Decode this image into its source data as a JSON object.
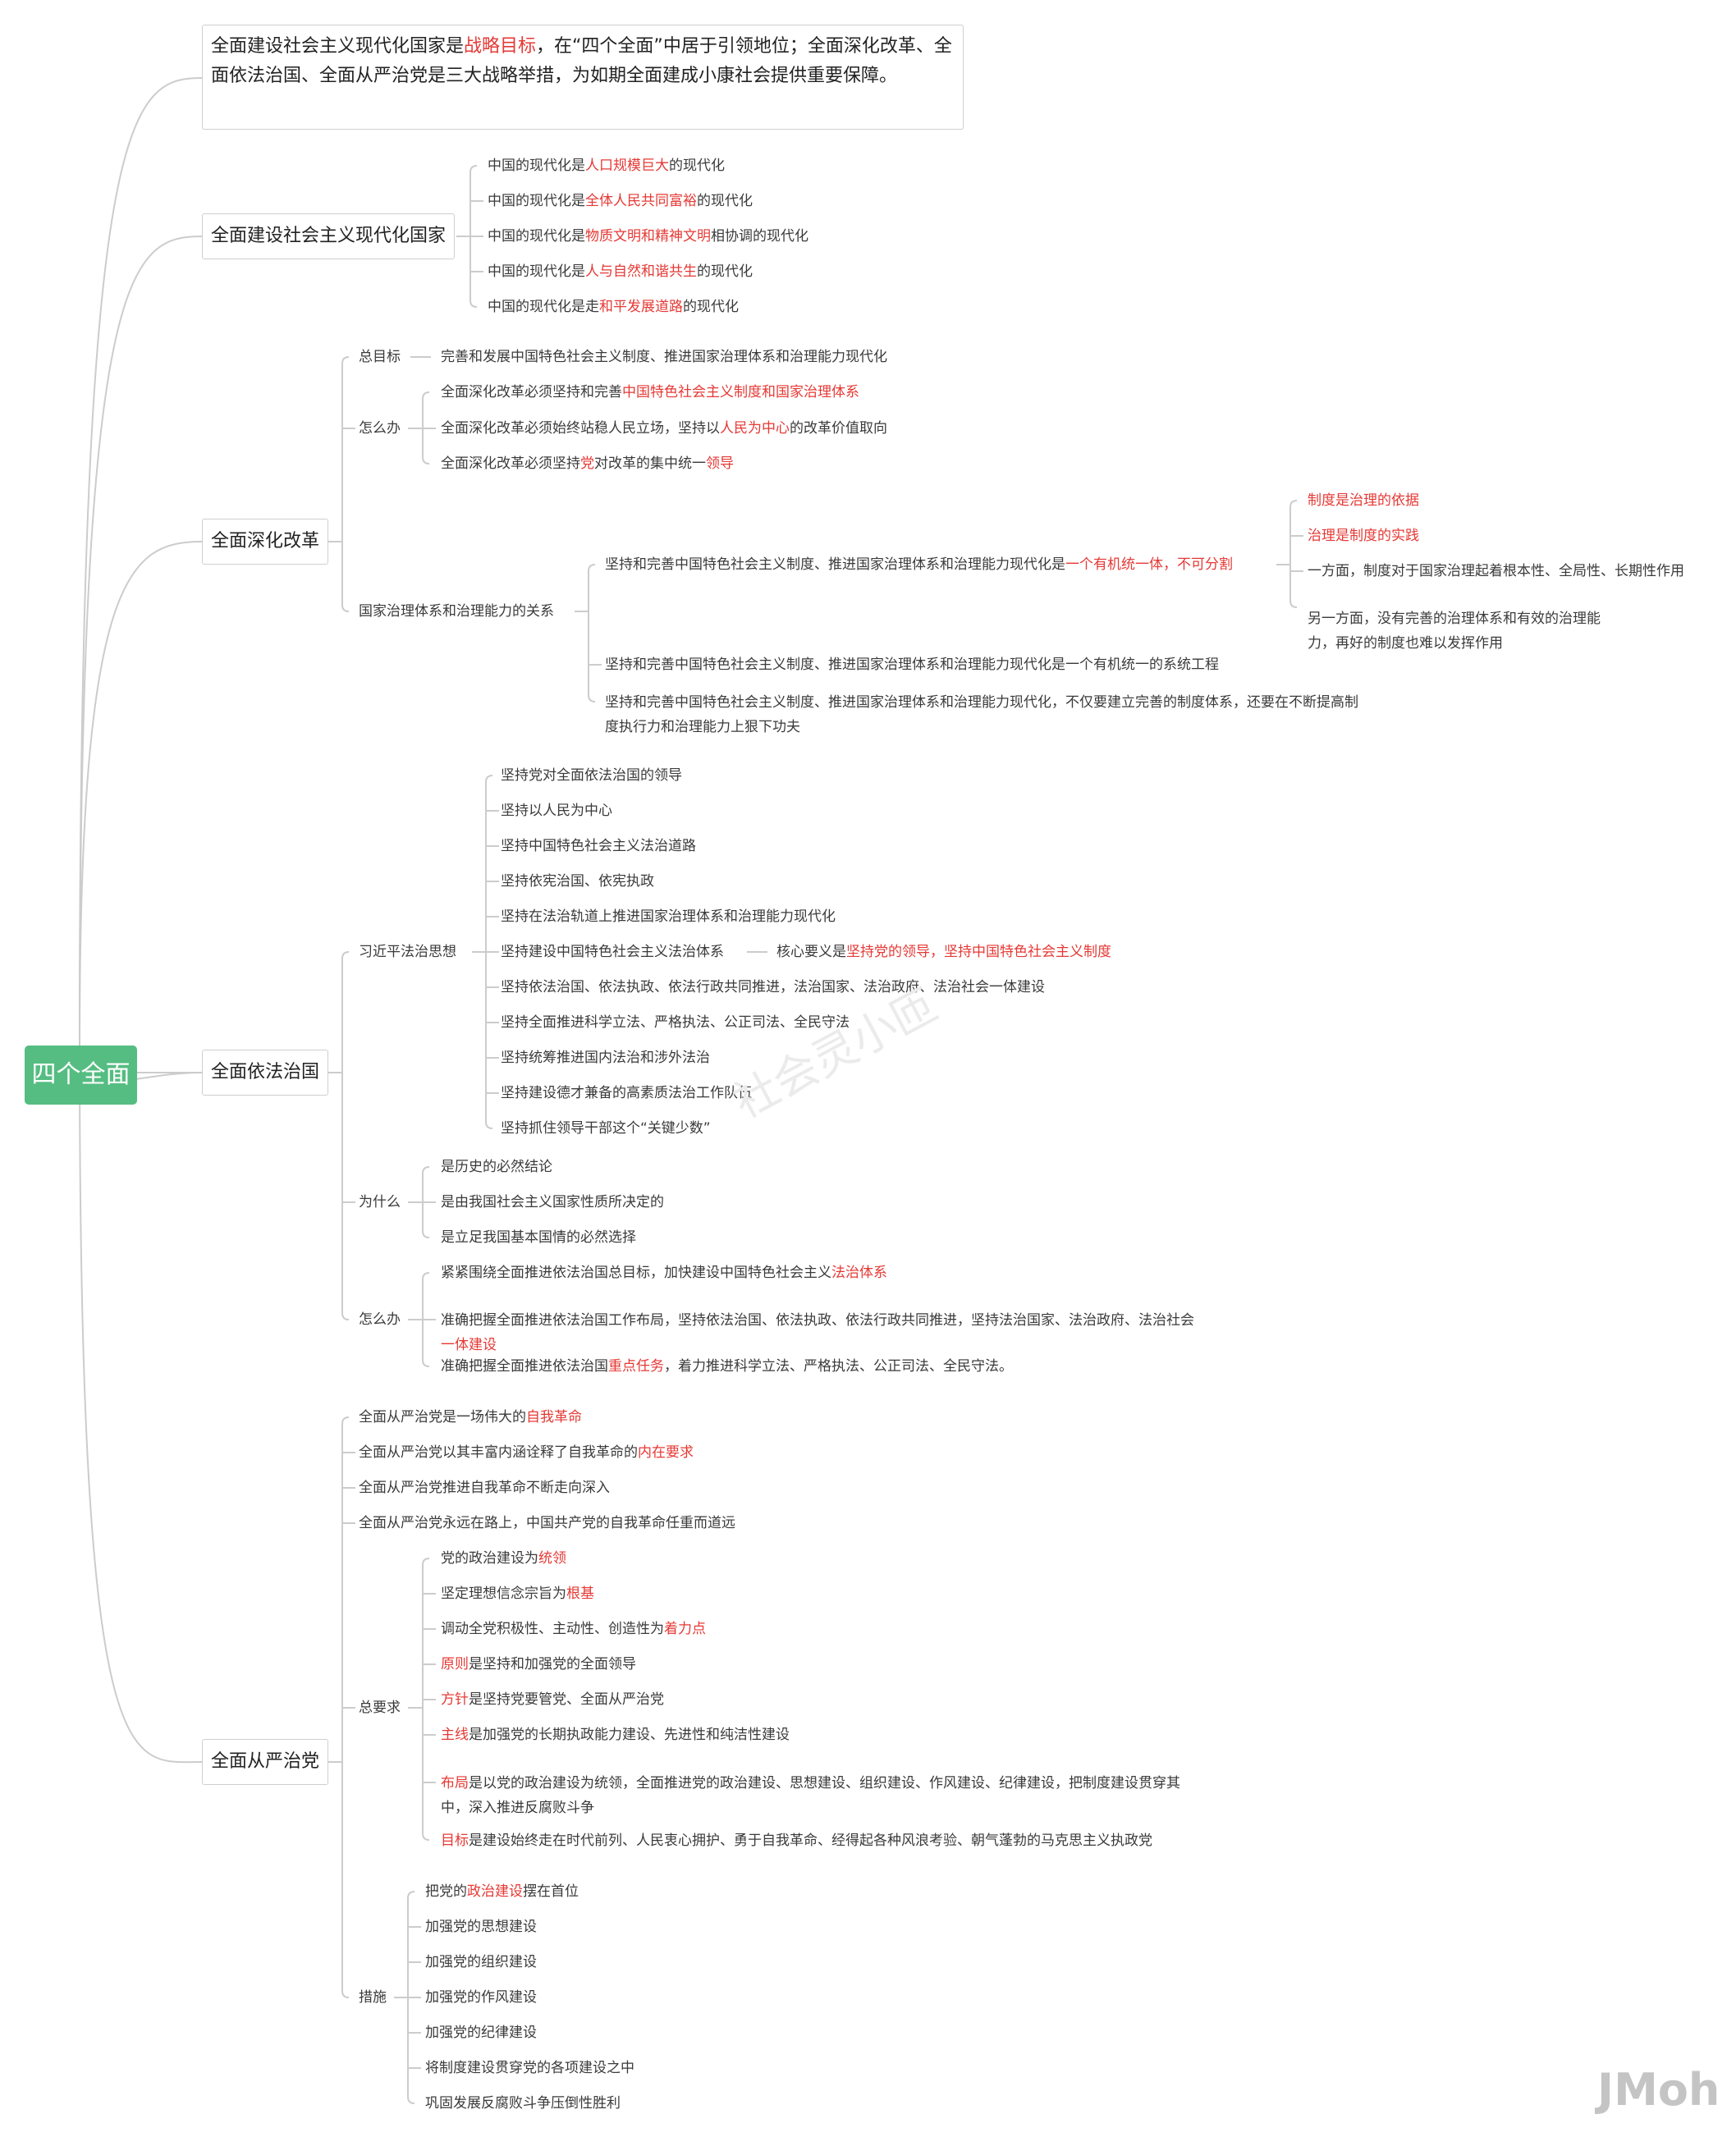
{
  "root": {
    "label": "四个全面"
  },
  "intro": {
    "parts": [
      "全面建设社会主义现代化国家是",
      "战略目标",
      "，在“四个全面”中居于引领地位；全面深化改革、全面依法治国、全面从严治党是三大战略举措，为如期全面建成小康社会提供重要保障。"
    ]
  },
  "branch1": {
    "title": "全面建设社会主义现代化国家",
    "items": [
      [
        "中国的现代化是",
        "人口规模巨大",
        "的现代化"
      ],
      [
        "中国的现代化是",
        "全体人民共同富裕",
        "的现代化"
      ],
      [
        "中国的现代化是",
        "物质文明和精神文明",
        "相协调的现代化"
      ],
      [
        "中国的现代化是",
        "人与自然和谐共生",
        "的现代化"
      ],
      [
        "中国的现代化是走",
        "和平发展道路",
        "的现代化"
      ]
    ]
  },
  "branch2": {
    "title": "全面深化改革",
    "goal_label": "总目标",
    "goal_text": "完善和发展中国特色社会主义制度、推进国家治理体系和治理能力现代化",
    "how_label": "怎么办",
    "how_items": [
      [
        "全面深化改革必须坚持和完善",
        "中国特色社会主义制度和国家治理体系",
        ""
      ],
      [
        "全面深化改革必须始终站稳人民立场，坚持以",
        "人民为中心",
        "的改革价值取向"
      ],
      [
        "全面深化改革必须坚持",
        "党",
        "对改革的集中统一",
        "领导",
        ""
      ]
    ],
    "rel_label": "国家治理体系和治理能力的关系",
    "rel_items": [
      [
        "坚持和完善中国特色社会主义制度、推进国家治理体系和治理能力现代化是",
        "一个有机统一体，不可分割",
        ""
      ],
      [
        "坚持和完善中国特色社会主义制度、推进国家治理体系和治理能力现代化是一个有机统一的系统工程"
      ],
      [
        "坚持和完善中国特色社会主义制度、推进国家治理体系和治理能力现代化，不仅要建立完善的制度体系，还要在不断提高制度执行力和治理能力上狠下功夫"
      ]
    ],
    "rel_sub": [
      [
        "",
        "制度是治理的依据",
        ""
      ],
      [
        "",
        "治理是制度的实践",
        ""
      ],
      [
        "一方面，制度对于国家治理起着根本性、全局性、长期性作用"
      ],
      [
        "另一方面，没有完善的治理体系和有效的治理能力，再好的制度也难以发挥作用"
      ]
    ]
  },
  "branch3": {
    "title": "全面依法治国",
    "xi_label": "习近平法治思想",
    "xi_items": [
      "坚持党对全面依法治国的领导",
      "坚持以人民为中心",
      "坚持中国特色社会主义法治道路",
      "坚持依宪治国、依宪执政",
      "坚持在法治轨道上推进国家治理体系和治理能力现代化",
      "坚持建设中国特色社会主义法治体系",
      "坚持依法治国、依法执政、依法行政共同推进，法治国家、法治政府、法治社会一体建设",
      "坚持全面推进科学立法、严格执法、公正司法、全民守法",
      "坚持统筹推进国内法治和涉外法治",
      "坚持建设德才兼备的高素质法治工作队伍",
      "坚持抓住领导干部这个“关键少数”"
    ],
    "core": [
      "核心要义是",
      "坚持党的领导，坚持中国特色社会主义制度",
      ""
    ],
    "why_label": "为什么",
    "why_items": [
      "是历史的必然结论",
      "是由我国社会主义国家性质所决定的",
      "是立足我国基本国情的必然选择"
    ],
    "how_label": "怎么办",
    "how_items": [
      [
        "紧紧围绕全面推进依法治国总目标，加快建设中国特色社会主义",
        "法治体系",
        ""
      ],
      [
        "准确把握全面推进依法治国工作布局，坚持依法治国、依法执政、依法行政共同推进，坚持法治国家、法治政府、法治社会",
        "一体建设",
        ""
      ],
      [
        "准确把握全面推进依法治国",
        "重点任务",
        "，着力推进科学立法、严格执法、公正司法、全民守法。"
      ]
    ]
  },
  "branch4": {
    "title": "全面从严治党",
    "top_items": [
      [
        "全面从严治党是一场伟大的",
        "自我革命",
        ""
      ],
      [
        "全面从严治党以其丰富内涵诠释了自我革命的",
        "内在要求",
        ""
      ],
      [
        "全面从严治党推进自我革命不断走向深入"
      ],
      [
        "全面从严治党永远在路上，中国共产党的自我革命任重而道远"
      ]
    ],
    "req_label": "总要求",
    "req_items": [
      [
        "党的政治建设为",
        "统领",
        ""
      ],
      [
        "坚定理想信念宗旨为",
        "根基",
        ""
      ],
      [
        "调动全党积极性、主动性、创造性为",
        "着力点",
        ""
      ],
      [
        "",
        "原则",
        "是坚持和加强党的全面领导"
      ],
      [
        "",
        "方针",
        "是坚持党要管党、全面从严治党"
      ],
      [
        "",
        "主线",
        "是加强党的长期执政能力建设、先进性和纯洁性建设"
      ],
      [
        "",
        "布局",
        "是以党的政治建设为统领，全面推进党的政治建设、思想建设、组织建设、作风建设、纪律建设，把制度建设贯穿其中，深入推进反腐败斗争"
      ],
      [
        "",
        "目标",
        "是建设始终走在时代前列、人民衷心拥护、勇于自我革命、经得起各种风浪考验、朝气蓬勃的马克思主义执政党"
      ]
    ],
    "measure_label": "措施",
    "measure_items": [
      [
        "把党的",
        "政治建设",
        "摆在首位"
      ],
      [
        "加强党的思想建设"
      ],
      [
        "加强党的组织建设"
      ],
      [
        "加强党的作风建设"
      ],
      [
        "加强党的纪律建设"
      ],
      [
        "将制度建设贯穿党的各项建设之中"
      ],
      [
        "巩固发展反腐败斗争压倒性胜利"
      ]
    ]
  },
  "brand": {
    "logo": "JMoh",
    "watermark": "社会灵小匝"
  },
  "colors": {
    "root": "#55bd82",
    "highlight": "#e53935",
    "line": "#cccccc"
  }
}
